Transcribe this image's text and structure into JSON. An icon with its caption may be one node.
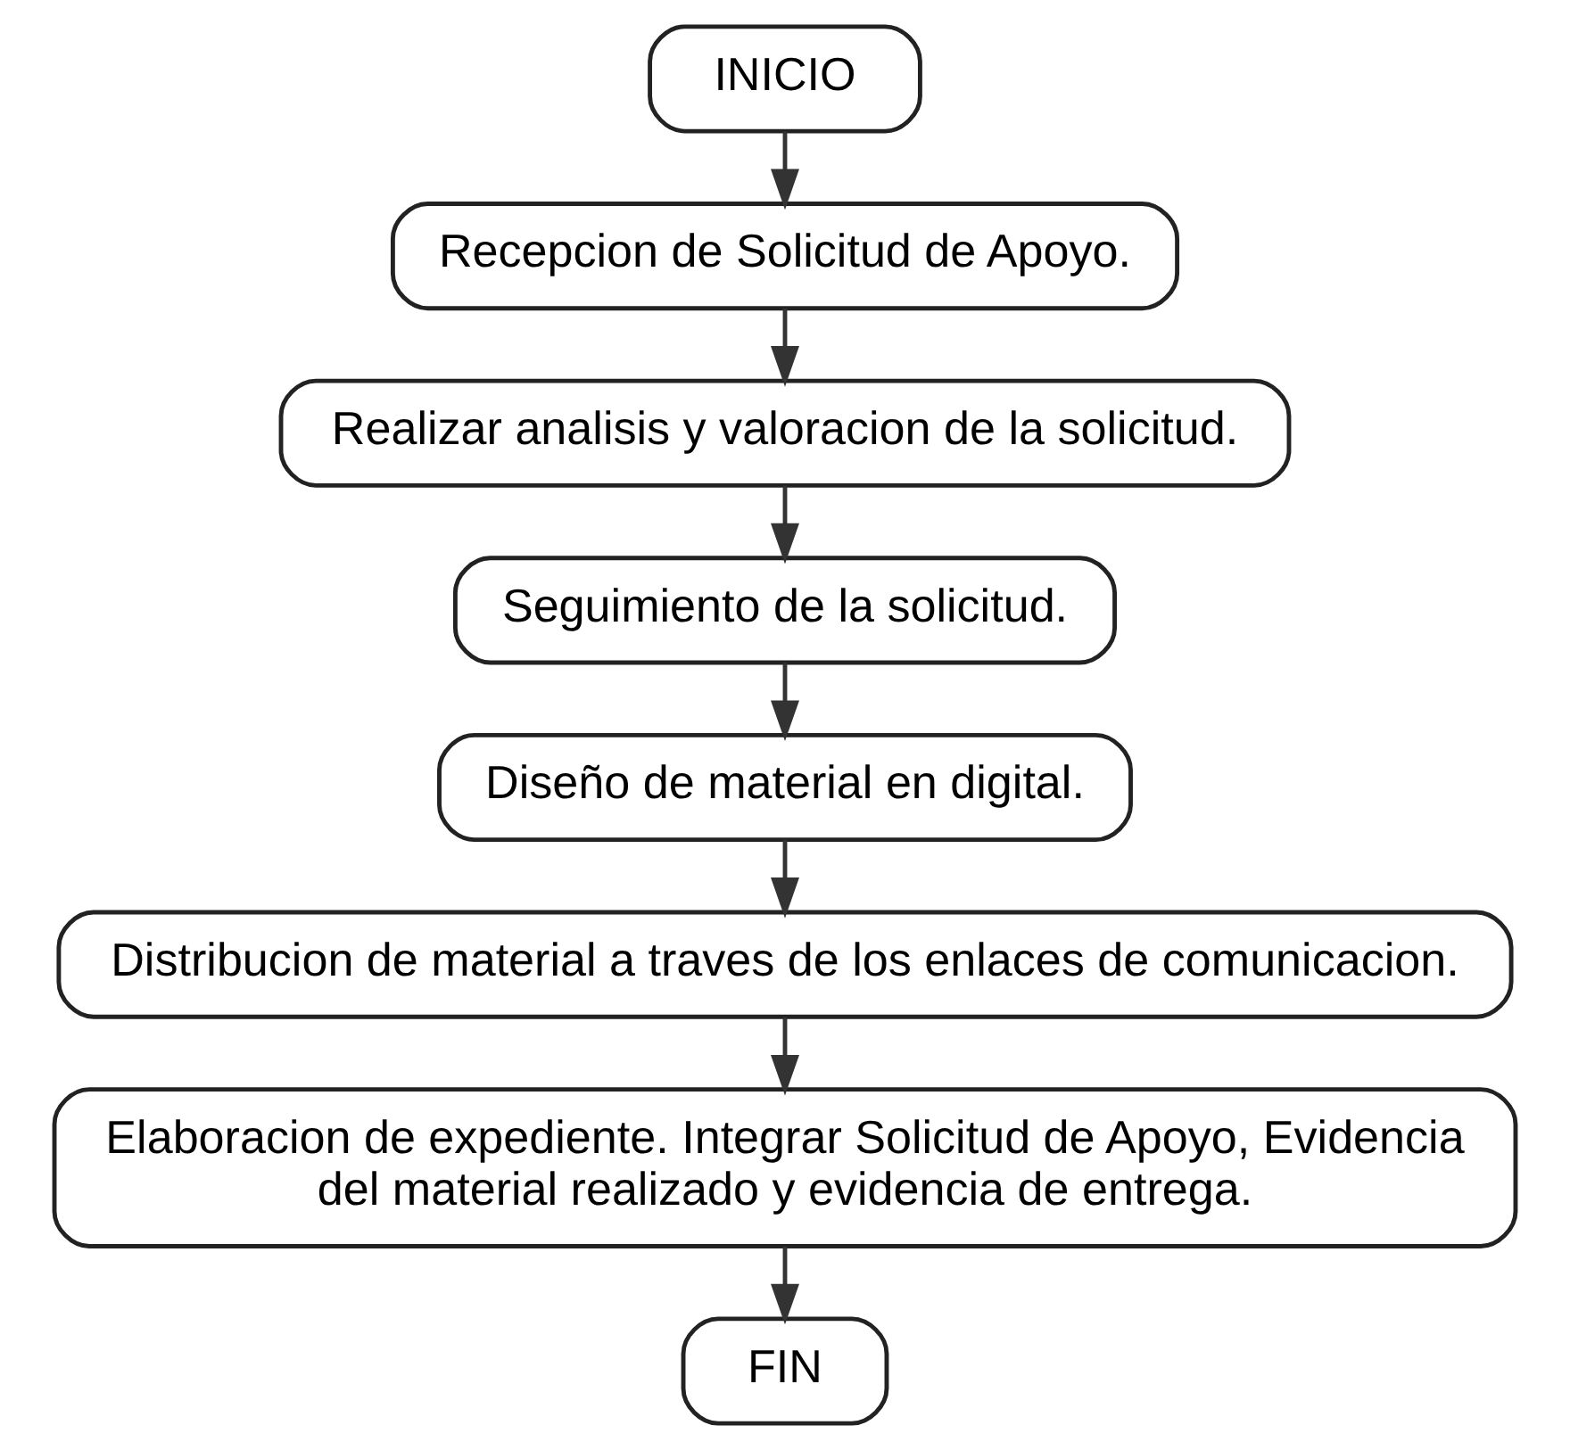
{
  "diagram": {
    "nodes": [
      {
        "text": [
          "INICIO"
        ]
      },
      {
        "text": [
          "Recepcion de Solicitud de Apoyo."
        ]
      },
      {
        "text": [
          "Realizar analisis y valoracion de la solicitud."
        ]
      },
      {
        "text": [
          "Seguimiento de la solicitud."
        ]
      },
      {
        "text": [
          "Diseño de material en digital."
        ]
      },
      {
        "text": [
          "Distribucion de material a traves de los enlaces de comunicacion."
        ]
      },
      {
        "text": [
          "Elaboracion de expediente. Integrar Solicitud de Apoyo, Evidencia del material realizado y evidencia de entrega."
        ]
      },
      {
        "text": [
          "FIN"
        ]
      }
    ],
    "edges": [
      {
        "from": 0,
        "to": 1,
        "arrow": "to"
      },
      {
        "from": 1,
        "to": 2,
        "arrow": "to"
      },
      {
        "from": 2,
        "to": 3,
        "arrow": "to"
      },
      {
        "from": 3,
        "to": 4,
        "arrow": "to"
      },
      {
        "from": 4,
        "to": 5,
        "arrow": "to"
      },
      {
        "from": 5,
        "to": 6,
        "arrow": "to"
      },
      {
        "from": 6,
        "to": 7,
        "arrow": "to"
      }
    ]
  }
}
